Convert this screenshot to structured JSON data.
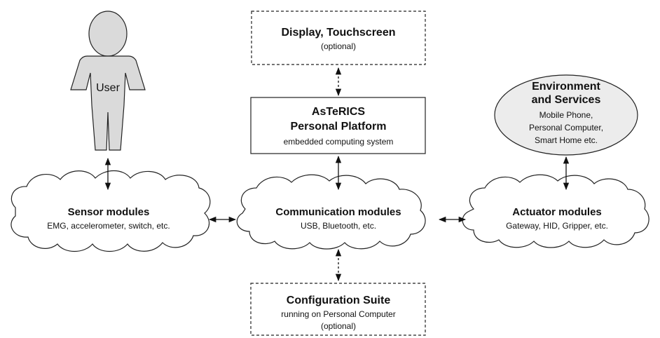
{
  "colors": {
    "figure_fill": "#dadada",
    "cloud_fill": "#ffffff",
    "ellipse_fill": "#ececec",
    "stroke": "#222222"
  },
  "user": {
    "label": "User"
  },
  "display_box": {
    "title": "Display, Touchscreen",
    "subtitle": "(optional)"
  },
  "platform_box": {
    "title_line1": "AsTeRICS",
    "title_line2": "Personal Platform",
    "subtitle": "embedded computing system"
  },
  "environment": {
    "title_line1": "Environment",
    "title_line2": "and Services",
    "line1": "Mobile Phone,",
    "line2": "Personal Computer,",
    "line3": "Smart Home etc."
  },
  "sensor_cloud": {
    "title": "Sensor modules",
    "subtitle": "EMG, accelerometer, switch, etc."
  },
  "communication_cloud": {
    "title": "Communication modules",
    "subtitle": "USB, Bluetooth, etc."
  },
  "actuator_cloud": {
    "title": "Actuator modules",
    "subtitle": "Gateway, HID, Gripper, etc."
  },
  "config_box": {
    "title": "Configuration Suite",
    "line1": "running on Personal Computer",
    "line2": "(optional)"
  }
}
